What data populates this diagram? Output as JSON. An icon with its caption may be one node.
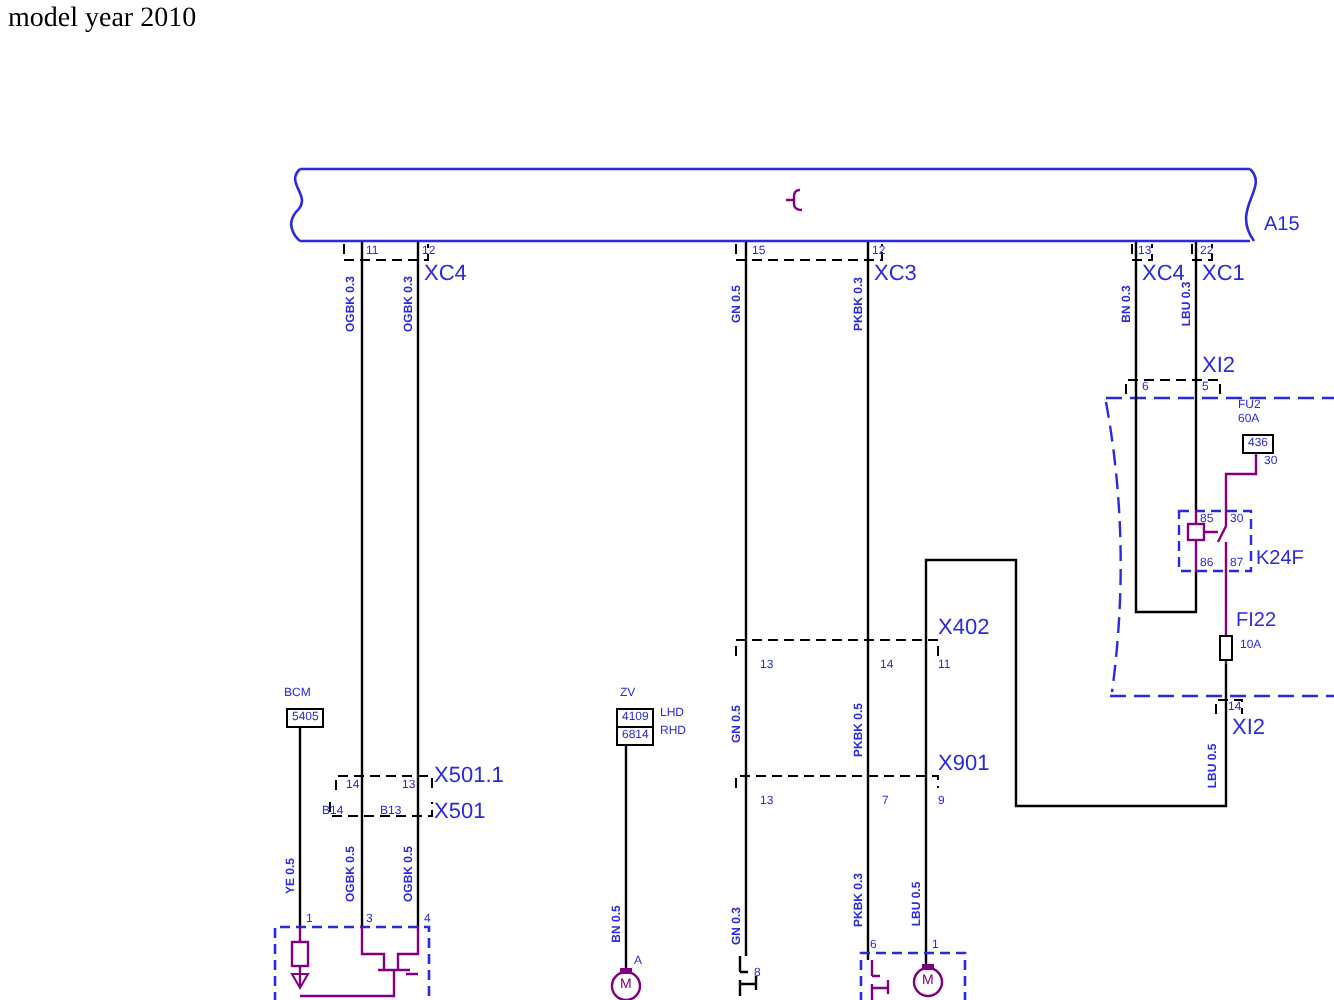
{
  "diagram": {
    "title": "model year 2010",
    "nodes": [
      {
        "text": [
          "A15"
        ]
      },
      {
        "text": [
          "FU2",
          "60A",
          "436"
        ]
      },
      {
        "text": [
          "K24F"
        ]
      },
      {
        "text": [
          "FI22",
          "10A"
        ]
      },
      {
        "text": [
          "BCM",
          "5405"
        ]
      },
      {
        "text": [
          "ZV",
          "4109",
          "6814"
        ],
        "beside": [
          "LHD",
          "RHD"
        ]
      },
      {
        "text": [],
        "shape": "box"
      },
      {
        "text": [
          "M"
        ]
      },
      {
        "text": [],
        "shape": "switch"
      },
      {
        "text": [],
        "shape": "box"
      },
      {
        "text": [],
        "shape": "switch",
        "in": 9
      },
      {
        "text": [
          "M"
        ],
        "in": 9
      }
    ],
    "edges": [
      {
        "from": 0,
        "to": 6,
        "arrow": "none"
      },
      {
        "from": 0,
        "to": 6,
        "arrow": "none"
      },
      {
        "from": 0,
        "to": 8,
        "arrow": "none"
      },
      {
        "from": 0,
        "to": 10,
        "arrow": "none"
      },
      {
        "from": 0,
        "to": 2,
        "arrow": "none"
      },
      {
        "from": 0,
        "to": 2,
        "arrow": "none"
      },
      {
        "from": 1,
        "to": 2,
        "arrow": "none",
        "color": "#800080"
      },
      {
        "from": 2,
        "to": 3,
        "arrow": "none",
        "color": "#800080"
      },
      {
        "from": 3,
        "to": 11,
        "arrow": "none"
      },
      {
        "from": 4,
        "to": 6,
        "arrow": "none"
      },
      {
        "from": 5,
        "to": 7,
        "arrow": "none"
      }
    ],
    "labels": [
      "11",
      "12",
      "XC4",
      "15",
      "12",
      "XC3",
      "13",
      "22",
      "XC4",
      "XC1",
      "OGBK 0.3",
      "OGBK 0.3",
      "GN 0.5",
      "PKBK 0.3",
      "BN 0.3",
      "LBU 0.3",
      "XI2",
      "6",
      "5",
      "30",
      "85",
      "30",
      "86",
      "87",
      "X402",
      "13",
      "14",
      "11",
      "14",
      "XI2",
      "GN 0.5",
      "PKBK 0.5",
      "LBU 0.5",
      "X501.1",
      "X901",
      "14",
      "13",
      "13",
      "7",
      "9",
      "B14",
      "B13",
      "X501",
      "YE 0.5",
      "OGBK 0.5",
      "OGBK 0.5",
      "BN 0.5",
      "GN 0.3",
      "PKBK 0.3",
      "LBU 0.5",
      "1",
      "3",
      "4",
      "A",
      "8",
      "6",
      "1"
    ]
  }
}
